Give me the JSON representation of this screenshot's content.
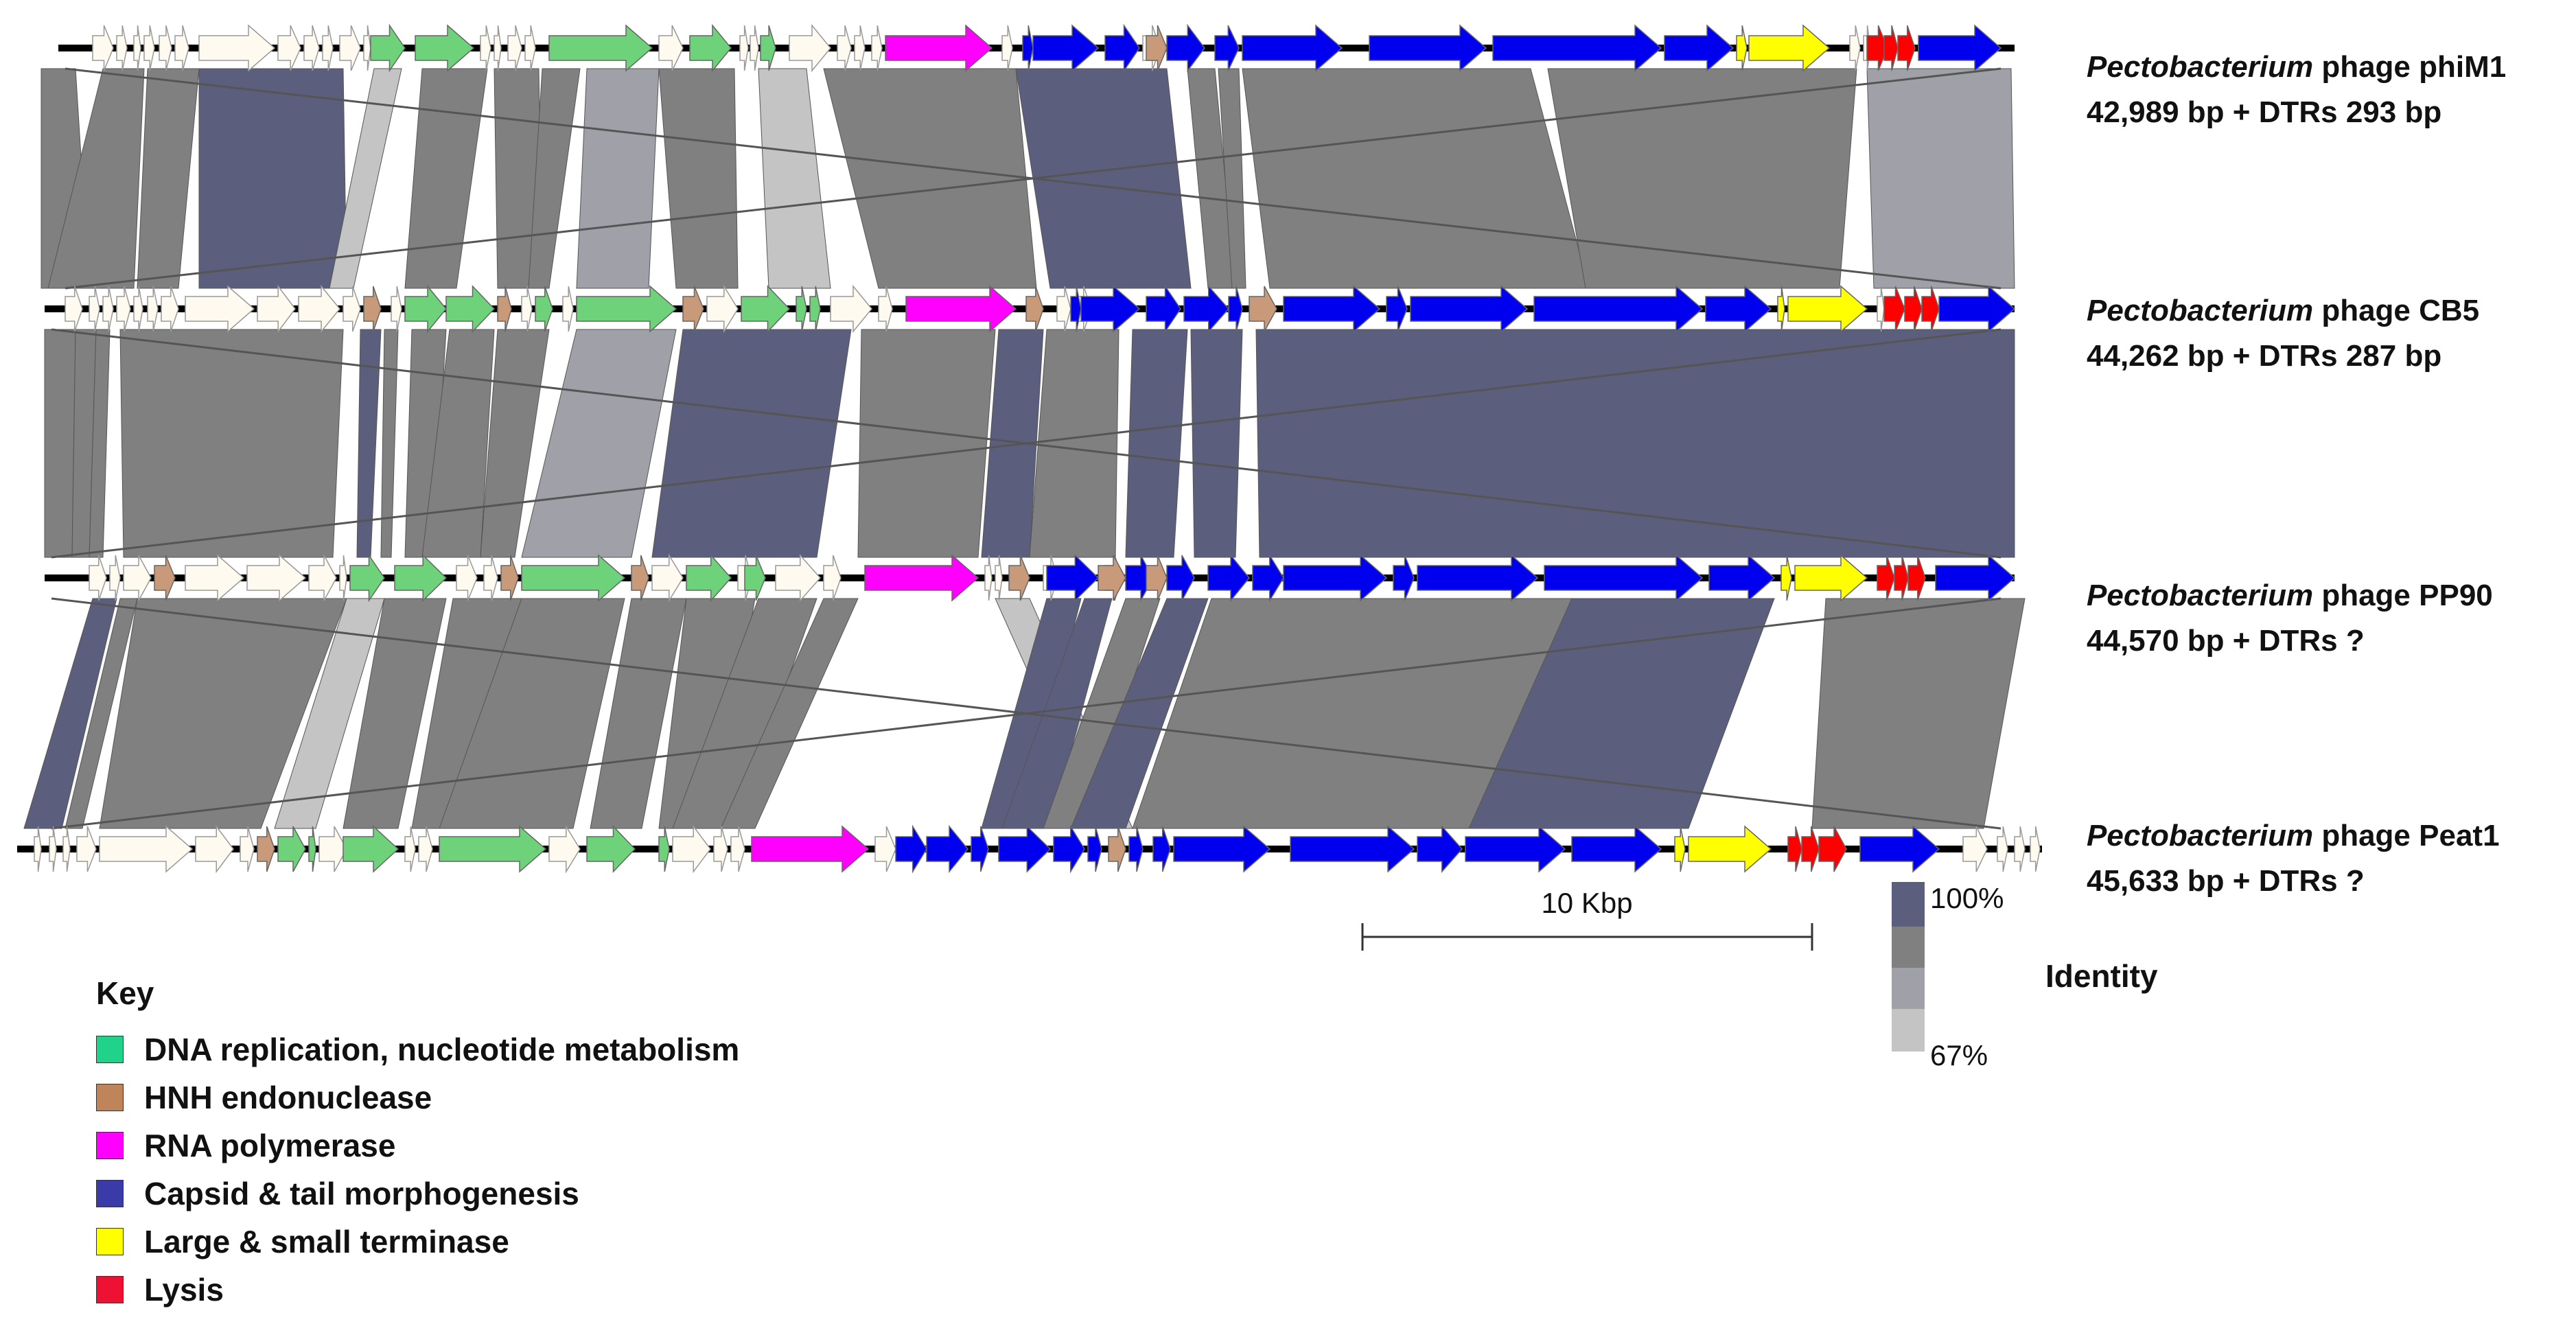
{
  "colors": {
    "dna": "#6ed27a",
    "hnh": "#c89a7a",
    "rnap": "#ff00ff",
    "capsid": "#0000ee",
    "terminase": "#ffff00",
    "lysis": "#ff0000",
    "hypo": "#fffaf0",
    "id100": "#5c5e7e",
    "id90": "#808080",
    "id80": "#a0a0a8",
    "id67": "#c4c4c4"
  },
  "phages": [
    {
      "italic": "Pectobacterium",
      "rest": " phage phiM1",
      "size": "42,989 bp + DTRs 293 bp"
    },
    {
      "italic": "Pectobacterium",
      "rest": " phage CB5",
      "size": "44,262 bp + DTRs 287 bp"
    },
    {
      "italic": "Pectobacterium",
      "rest": " phage PP90",
      "size": "44,570 bp + DTRs ?"
    },
    {
      "italic": "Pectobacterium",
      "rest": " phage Peat1",
      "size": "45,633 bp  + DTRs ?"
    }
  ],
  "scale_bar": {
    "label": "10 Kbp"
  },
  "identity": {
    "title": "Identity",
    "max": "100%",
    "min": "67%"
  },
  "key": {
    "title": "Key",
    "items": [
      {
        "label": "DNA replication, nucleotide metabolism",
        "color": "#21d38a"
      },
      {
        "label": "HNH endonuclease",
        "color": "#c0845a"
      },
      {
        "label": "RNA polymerase",
        "color": "#ff00ff"
      },
      {
        "label": "Capsid & tail morphogenesis",
        "color": "#3a3aa8"
      },
      {
        "label": "Large & small terminase",
        "color": "#ffff00"
      },
      {
        "label": "Lysis",
        "color": "#ee1133"
      }
    ]
  }
}
